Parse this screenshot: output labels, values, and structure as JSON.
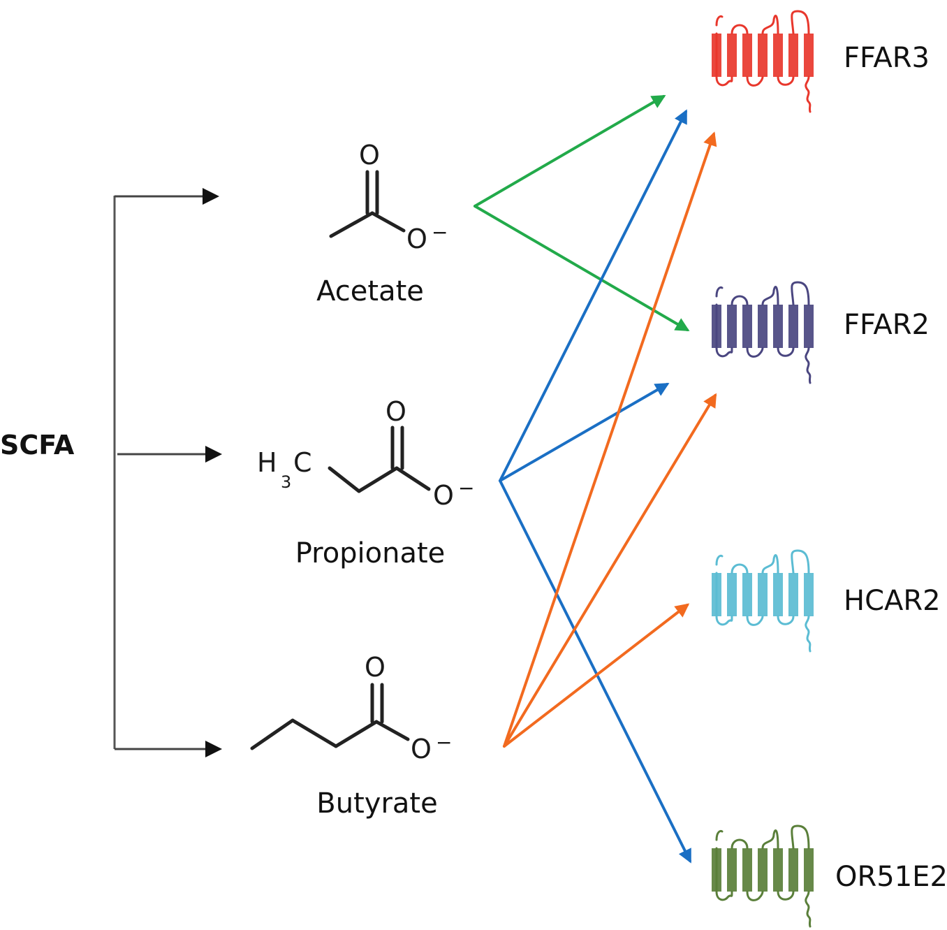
{
  "root": {
    "label": "SCFA"
  },
  "molecules": [
    {
      "id": "acetate",
      "label": "Acetate",
      "atoms": {
        "carbonyl_o": "O",
        "anion_o": "O",
        "charge": "−"
      }
    },
    {
      "id": "propionate",
      "label": "Propionate",
      "atoms": {
        "methyl": "H",
        "methyl_sub": "3",
        "methyl_c": "C",
        "carbonyl_o": "O",
        "anion_o": "O",
        "charge": "−"
      }
    },
    {
      "id": "butyrate",
      "label": "Butyrate",
      "atoms": {
        "carbonyl_o": "O",
        "anion_o": "O",
        "charge": "−"
      }
    }
  ],
  "receptors": [
    {
      "id": "ffar3",
      "label": "FFAR3",
      "color": "#e8372c"
    },
    {
      "id": "ffar2",
      "label": "FFAR2",
      "color": "#4a4680"
    },
    {
      "id": "hcar2",
      "label": "HCAR2",
      "color": "#5bbcd3"
    },
    {
      "id": "or51e2",
      "label": "OR51E2",
      "color": "#5a7f3a"
    }
  ],
  "edges": [
    {
      "from": "acetate",
      "to": "ffar3",
      "color": "#22aa4a"
    },
    {
      "from": "acetate",
      "to": "ffar2",
      "color": "#22aa4a"
    },
    {
      "from": "propionate",
      "to": "ffar3",
      "color": "#1a6fc4"
    },
    {
      "from": "propionate",
      "to": "ffar2",
      "color": "#1a6fc4"
    },
    {
      "from": "propionate",
      "to": "or51e2",
      "color": "#1a6fc4"
    },
    {
      "from": "butyrate",
      "to": "ffar3",
      "color": "#f26a1f"
    },
    {
      "from": "butyrate",
      "to": "ffar2",
      "color": "#f26a1f"
    },
    {
      "from": "butyrate",
      "to": "hcar2",
      "color": "#f26a1f"
    }
  ],
  "bracket_color": "#444444"
}
